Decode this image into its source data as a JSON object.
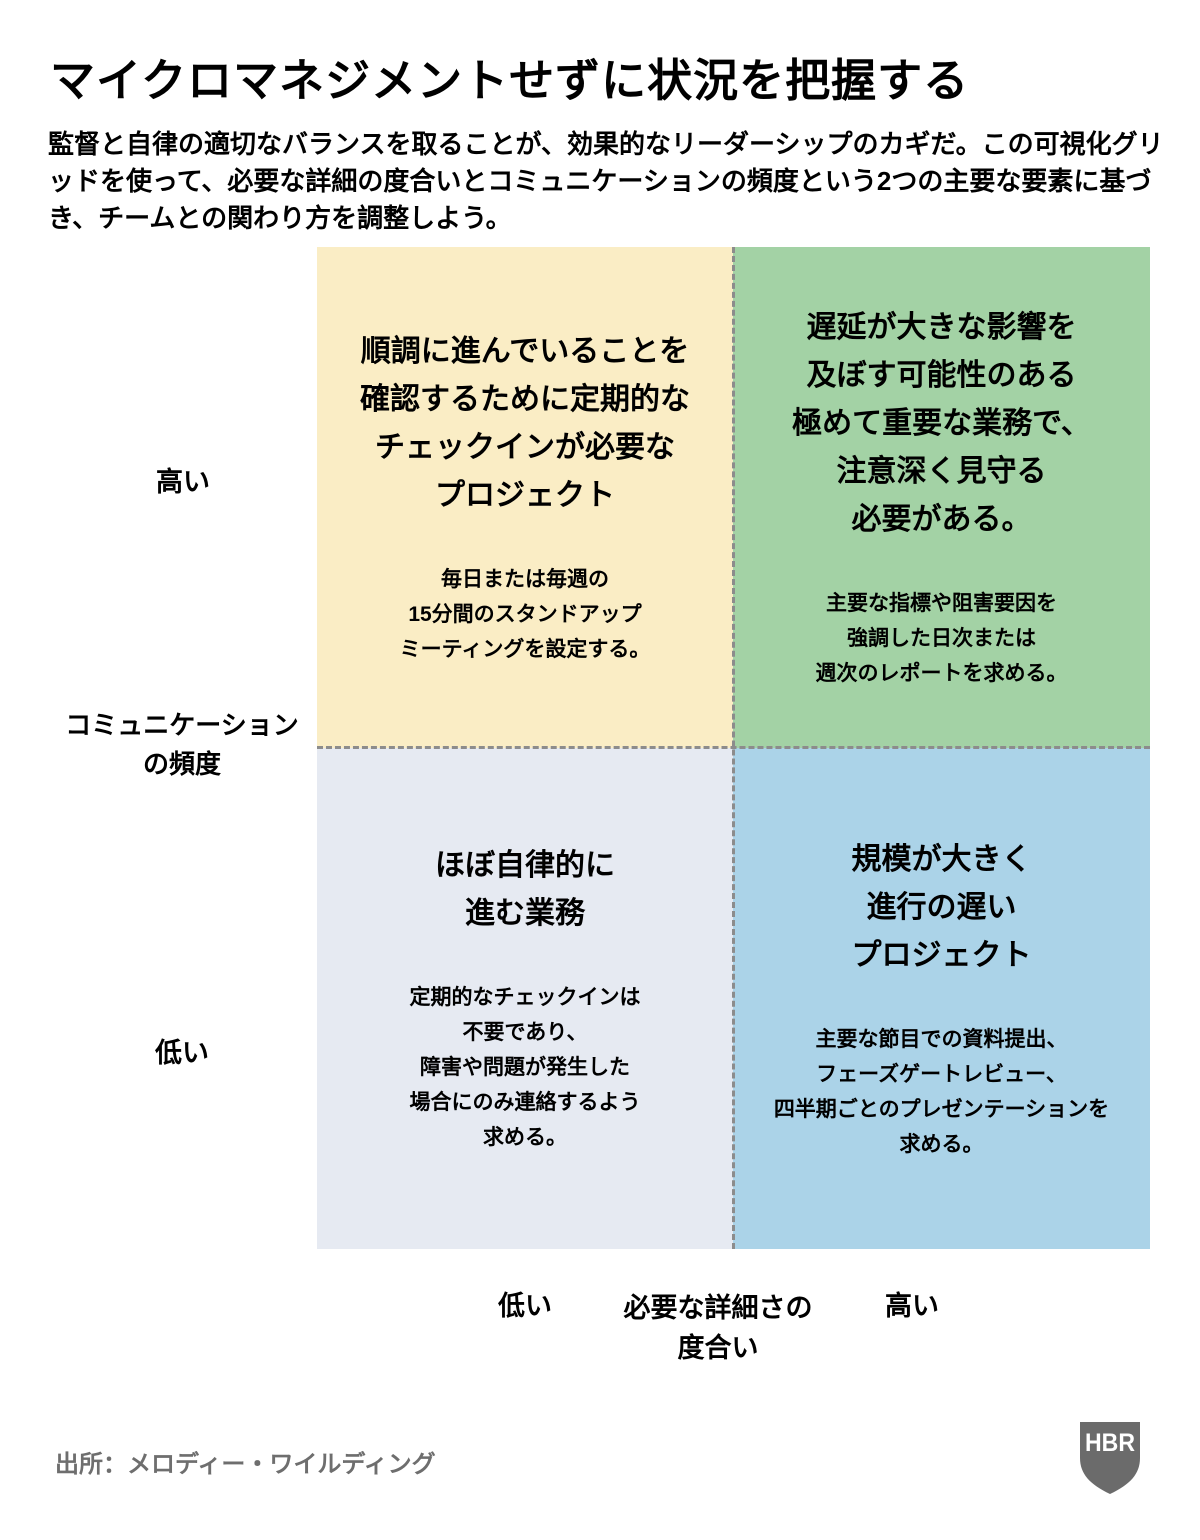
{
  "header": {
    "title": "マイクロマネジメントせずに状況を把握する",
    "subtitle": "監督と自律の適切なバランスを取ることが、効果的なリーダーシップのカギだ。この可視化グリッドを使って、必要な詳細の度合いとコミュニケーションの頻度という2つの主要な要素に基づき、チームとの関わり方を調整しよう。"
  },
  "matrix": {
    "quadrants": {
      "top_left": {
        "heading": "順調に進んでいることを\n確認するために定期的な\nチェックインが必要な\nプロジェクト",
        "body": "毎日または毎週の\n15分間のスタンドアップ\nミーティングを設定する。",
        "bg_color": "#FAEDC5"
      },
      "top_right": {
        "heading": "遅延が大きな影響を\n及ぼす可能性のある\n極めて重要な業務で、\n注意深く見守る\n必要がある。",
        "body": "主要な指標や阻害要因を\n強調した日次または\n週次のレポートを求める。",
        "bg_color": "#A3D2A5"
      },
      "bottom_left": {
        "heading": "ほぼ自律的に\n進む業務",
        "body": "定期的なチェックインは\n不要であり、\n障害や問題が発生した\n場合にのみ連絡するよう\n求める。",
        "bg_color": "#E6EAF2"
      },
      "bottom_right": {
        "heading": "規模が大きく\n進行の遅い\nプロジェクト",
        "body": "主要な節目での資料提出、\nフェーズゲートレビュー、\n四半期ごとのプレゼンテーションを\n求める。",
        "bg_color": "#ABD3E8"
      }
    },
    "divider_color": "#8C8C8C"
  },
  "axes": {
    "y_axis": {
      "title": "コミュニケーション\nの頻度",
      "high_label": "高い",
      "low_label": "低い"
    },
    "x_axis": {
      "title": "必要な詳細さの\n度合い",
      "low_label": "低い",
      "high_label": "高い"
    }
  },
  "footer": {
    "source": "出所：メロディー・ワイルディング",
    "logo_text": "HBR",
    "logo_color": "#6B6B6B"
  }
}
